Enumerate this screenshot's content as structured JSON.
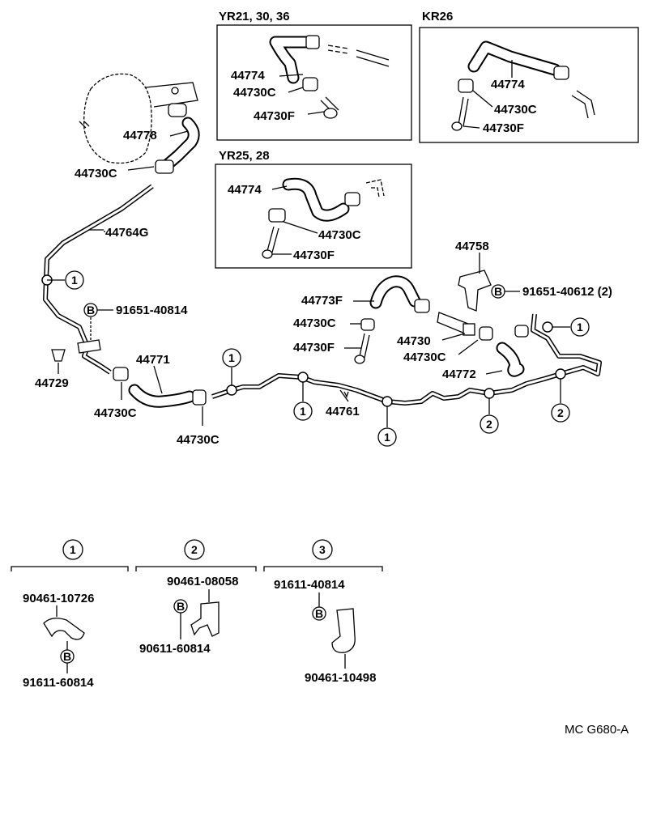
{
  "inset_yr21": {
    "title": "YR21, 30, 36",
    "p1": "44774",
    "p2": "44730C",
    "p3": "44730F"
  },
  "inset_kr26": {
    "title": "KR26",
    "p1": "44774",
    "p2": "44730C",
    "p3": "44730F"
  },
  "inset_yr25": {
    "title": "YR25, 28",
    "p1": "44774",
    "p2": "44730C",
    "p3": "44730F"
  },
  "main": {
    "p44778": "44778",
    "p44730c_top": "44730C",
    "p44764g": "44764G",
    "bolt_main": "91651-40814",
    "p44729": "44729",
    "p44771": "44771",
    "p44730c_a": "44730C",
    "p44730c_b": "44730C",
    "p44761": "44761",
    "p44758": "44758",
    "bolt_bracket": "91651-40612 (2)",
    "p44773f": "44773F",
    "p44730c_c": "44730C",
    "p44730f": "44730F",
    "p44730": "44730",
    "p44730c_d": "44730C",
    "p44772": "44772"
  },
  "markers": {
    "one": "1",
    "two": "2",
    "three": "3",
    "bolt": "B"
  },
  "detail_1": {
    "number": "1",
    "top": "90461-10726",
    "bottom": "91611-60814"
  },
  "detail_2": {
    "number": "2",
    "top": "90461-08058",
    "bottom": "90611-60814"
  },
  "detail_3": {
    "number": "3",
    "top": "91611-40814",
    "bottom": "90461-10498"
  },
  "figure_code": "MC G680-A"
}
